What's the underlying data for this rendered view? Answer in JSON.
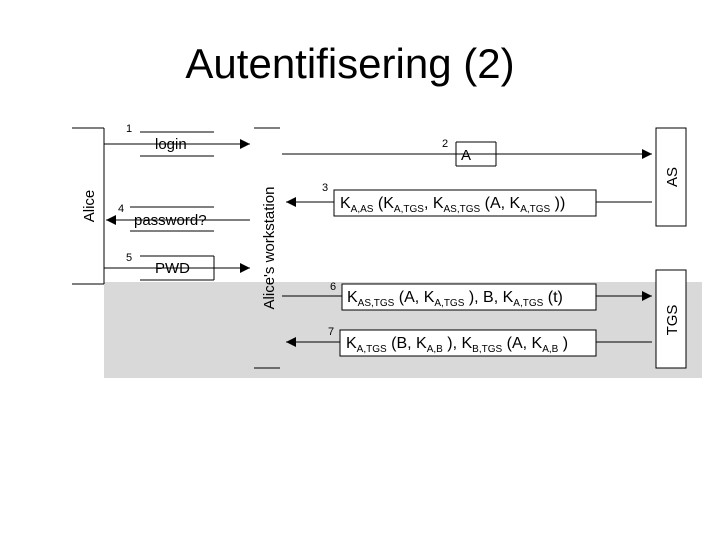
{
  "title": "Autentifisering (2)",
  "actors": {
    "alice": "Alice",
    "workstation": "Alice's workstation",
    "as": "AS",
    "tgs": "TGS"
  },
  "steps": [
    {
      "num": "1",
      "label": "login"
    },
    {
      "num": "2",
      "label": "A"
    },
    {
      "num": "3",
      "label": "K_{A,AS} (K_{A,TGS}, K_{AS,TGS} (A, K_{A,TGS} ))"
    },
    {
      "num": "4",
      "label": "password?"
    },
    {
      "num": "5",
      "label": "PWD"
    },
    {
      "num": "6",
      "label": "K_{AS,TGS} (A, K_{A,TGS} ), B, K_{A,TGS} (t)"
    },
    {
      "num": "7",
      "label": "K_{A,TGS} (B, K_{A,B} ), K_{B,TGS} (A, K_{A,B} )"
    }
  ],
  "colors": {
    "shade": "#d9d9d9",
    "line": "#000000"
  }
}
